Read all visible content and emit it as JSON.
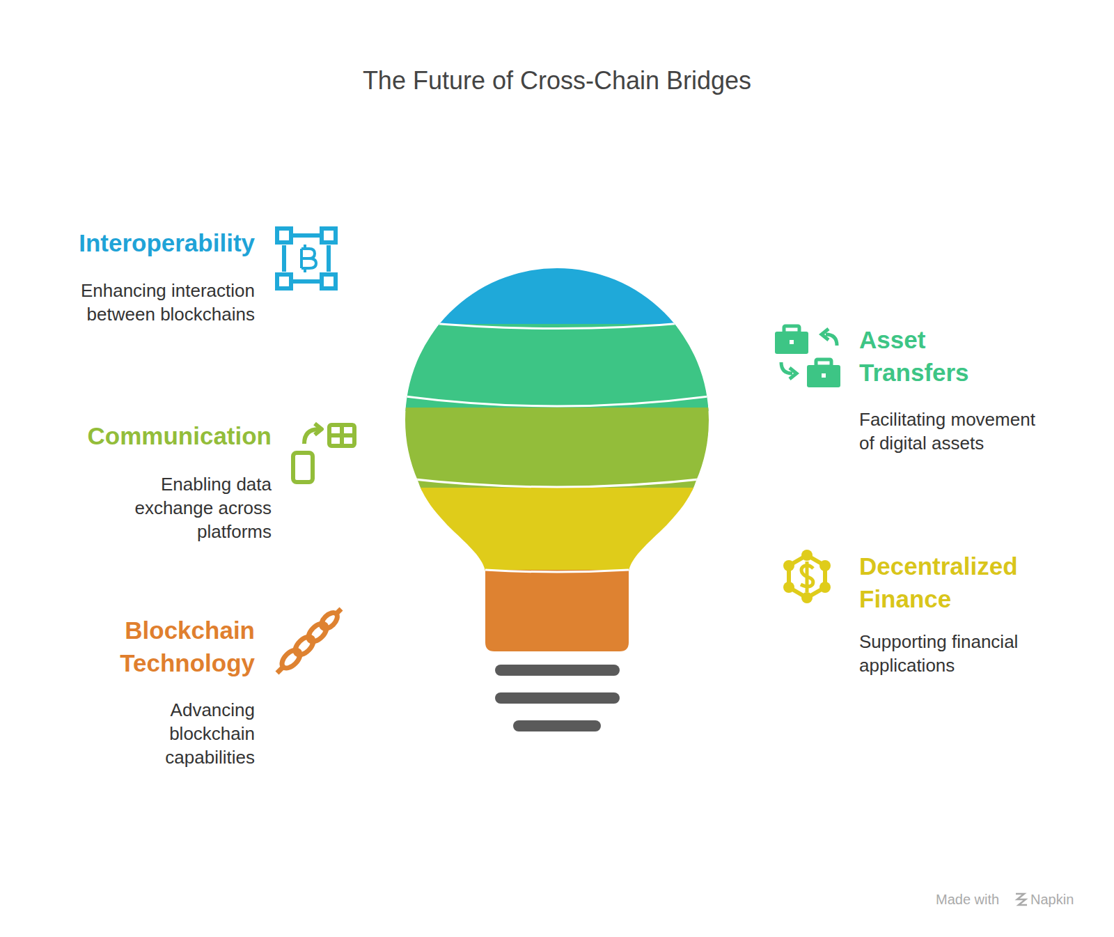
{
  "diagram": {
    "title": "The Future of Cross-Chain Bridges",
    "labels": [
      "Interoperability",
      "Enhancing interaction between blockchains",
      "Communication",
      "Enabling data exchange across platforms",
      "Blockchain Technology",
      "Advancing blockchain capabilities",
      "Asset Transfers",
      "Facilitating movement of digital assets",
      "Decentralized Finance",
      "Supporting financial applications",
      "Made with",
      "Napkin"
    ]
  }
}
